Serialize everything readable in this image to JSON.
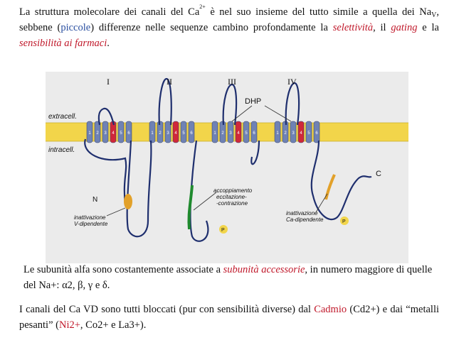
{
  "text1": {
    "a": "La struttura molecolare dei canali del Ca",
    "sup": "2+",
    "b": " è nel suo insieme del tutto simile a quella dei Na",
    "sub": "V",
    "c": ", sebbene (",
    "piccole": "piccole",
    "d": ") differenze nelle sequenze cambino profondamente la ",
    "selettivita": "selettività",
    "e": ", il ",
    "gating": "gating",
    "f": " e la ",
    "sensibilita": "sensibilità ai farmaci",
    "g": "."
  },
  "figure": {
    "domains": [
      "I",
      "II",
      "III",
      "IV"
    ],
    "dhp": "DHP",
    "extracell": "extracell.",
    "intracell": "intracell.",
    "n_label": "N",
    "c_label": "C",
    "p_label": "P",
    "inact_v_1": "inattivazione",
    "inact_v_2": "V-dipendente",
    "coupling_1": "accoppiamento",
    "coupling_2": "eccitazione-",
    "coupling_3": "-contrazione",
    "inact_ca_1": "inattivazione",
    "inact_ca_2": "Ca-dipendente",
    "segments": [
      "1",
      "2",
      "3",
      "4",
      "5",
      "6"
    ],
    "colors": {
      "membrane": "#f2d54a",
      "loop": "#1f2f6e",
      "helix": "#6f82b4",
      "s4": "#d0283a",
      "bg": "#ebebeb",
      "green": "#1f8a2e",
      "orange": "#e2a12a"
    }
  },
  "text2": {
    "a": "Le subunità alfa sono costantemente associate a ",
    "accessorie": "subunità accessorie",
    "b": ", in numero maggiore di quelle del Na+: α2, β, γ e δ."
  },
  "text3": {
    "a": "I canali del Ca VD sono tutti bloccati (pur con sensibilità diverse) dal ",
    "cadmio": "Cadmio",
    "b": " (Cd2+) e dai “metalli pesanti” (",
    "ni": "Ni2+",
    "c": ", Co2+ e La3+)."
  }
}
